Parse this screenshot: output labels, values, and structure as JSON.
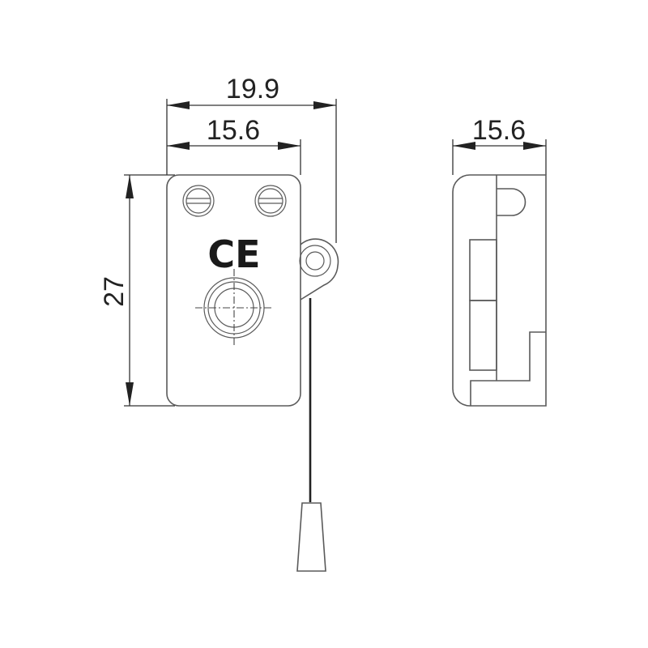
{
  "drawing": {
    "type": "technical-dimension-drawing",
    "subject": "pull-cord switch",
    "front_view": {
      "dimensions": {
        "overall_width": "19.9",
        "body_width": "15.6",
        "height": "27"
      },
      "marking": "CE",
      "features": [
        "two slotted screws",
        "CE mark",
        "central round hole with center lines",
        "cord pulley eye",
        "pull cord",
        "tapered cord pull"
      ]
    },
    "side_view": {
      "dimensions": {
        "depth": "15.6"
      }
    },
    "colors": {
      "line": "#5a5a5a",
      "dimension": "#333333",
      "background": "#ffffff"
    }
  }
}
